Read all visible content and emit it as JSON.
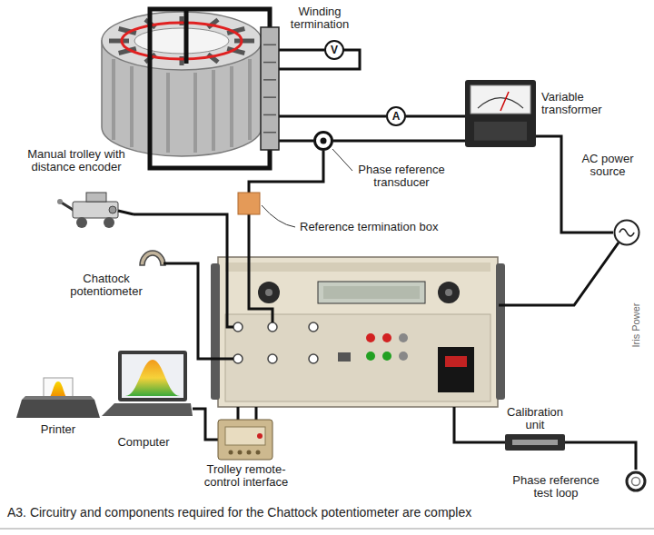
{
  "diagram": {
    "caption": "A3. Circuitry and components required for the Chattock potentiometer are complex",
    "nodes": [
      {
        "text": [
          "Winding termination"
        ]
      },
      {
        "text": [
          "V"
        ]
      },
      {
        "text": [
          "A"
        ]
      },
      {
        "text": [
          "Variable transformer"
        ]
      },
      {
        "text": [
          "Manual trolley with distance encoder"
        ]
      },
      {
        "text": [
          "Phase reference transducer"
        ]
      },
      {
        "text": [
          "AC power source"
        ]
      },
      {
        "text": [
          "Reference termination box"
        ]
      },
      {
        "text": [
          "Chattock potentiometer"
        ]
      },
      {
        "text": [
          "Calibration unit"
        ]
      },
      {
        "text": [
          "Printer"
        ]
      },
      {
        "text": [
          "Computer"
        ]
      },
      {
        "text": [
          "Trolley remote-control interface"
        ]
      },
      {
        "text": [
          "Phase reference test loop"
        ]
      }
    ],
    "edges": [
      {
        "from": 0,
        "to": 1,
        "arrow": "none"
      },
      {
        "from": 0,
        "to": 2,
        "arrow": "none"
      },
      {
        "from": 2,
        "to": 3,
        "arrow": "none"
      },
      {
        "from": 0,
        "to": 5,
        "arrow": "none"
      },
      {
        "from": 5,
        "to": 3,
        "arrow": "none"
      },
      {
        "from": 3,
        "to": 6,
        "arrow": "none"
      },
      {
        "from": 5,
        "to": 7,
        "arrow": "none"
      },
      {
        "from": 11,
        "to": 12,
        "arrow": "none"
      },
      {
        "from": 9,
        "to": 13,
        "arrow": "none"
      }
    ],
    "labels": [
      "Iris Power"
    ]
  }
}
